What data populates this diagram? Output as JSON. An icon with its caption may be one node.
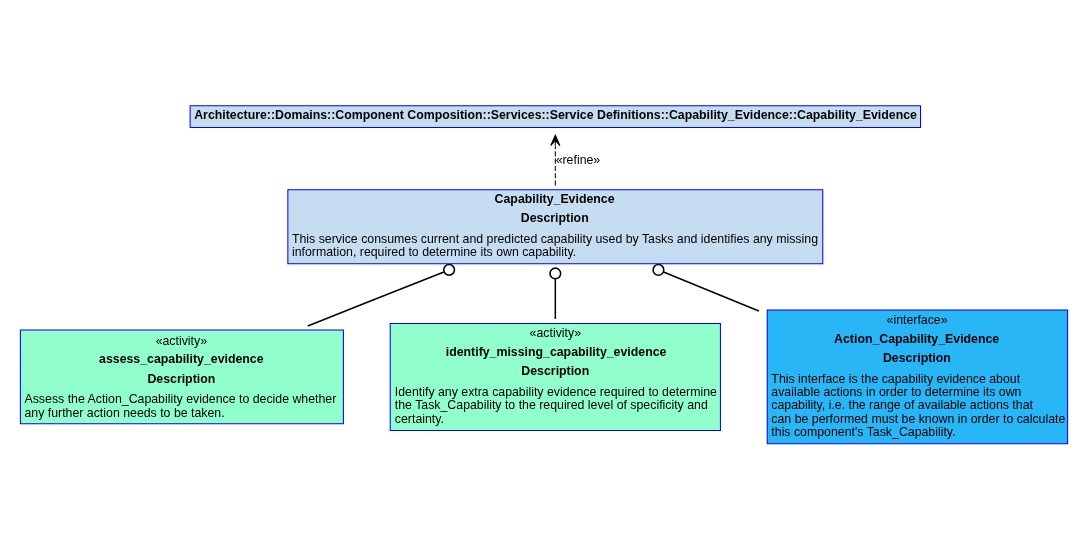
{
  "diagram": {
    "nodes": [
      {
        "text": [
          "Architecture::Domains::Component Composition::Services::Service Definitions::Capability_Evidence::Capability_Evidence"
        ]
      },
      {
        "text": [
          "Capability_Evidence",
          "Description",
          "This service consumes current and predicted capability used by Tasks and identifies any missing information, required to determine its own capability."
        ]
      },
      {
        "text": [
          "«activity»",
          "assess_capability_evidence",
          "Description",
          "Assess the Action_Capability evidence to decide whether any further action needs to be taken."
        ]
      },
      {
        "text": [
          "«activity»",
          "identify_missing_capability_evidence",
          "Description",
          "Identify any extra capability evidence required to determine the Task_Capability to the required level of specificity and certainty."
        ]
      },
      {
        "text": [
          "«interface»",
          "Action_Capability_Evidence",
          "Description",
          "This interface is the capability evidence about available actions in order to determine its own capability, i.e. the range of available actions that can be performed must be known in order to calculate this component's Task_Capability."
        ]
      }
    ],
    "edges": [
      {
        "from": 1,
        "to": 0,
        "arrow": "to",
        "style": "dashed",
        "label": "«refine»"
      },
      {
        "from": 2,
        "to": 1,
        "arrow": "other"
      },
      {
        "from": 3,
        "to": 1,
        "arrow": "other"
      },
      {
        "from": 4,
        "to": 1,
        "arrow": "other"
      }
    ]
  }
}
